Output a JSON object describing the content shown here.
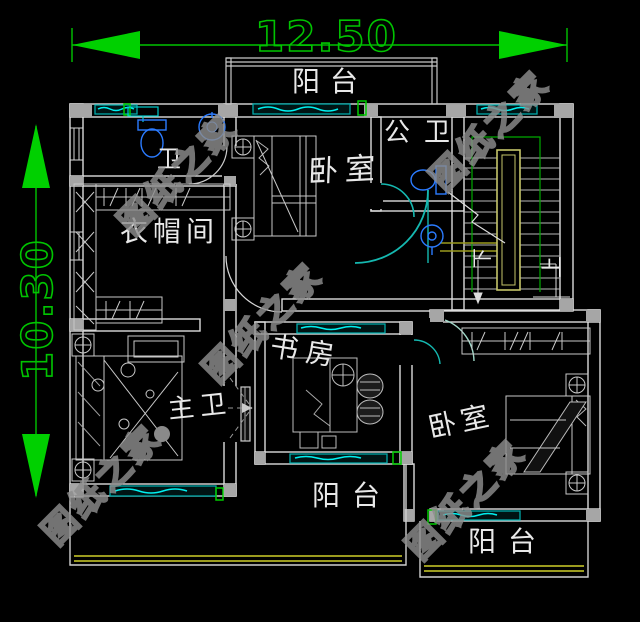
{
  "dimensions": {
    "width": "12.50",
    "height": "10.30"
  },
  "labels": {
    "balcony_top": "阳台",
    "bath_ensuite": "卫",
    "bedroom_top": "卧室",
    "public_bath": "公卫",
    "cloakroom": "衣帽间",
    "study": "书房",
    "master_bath": "主卫",
    "bedroom_right": "卧室",
    "balcony_main": "阳台",
    "balcony_right": "阳台",
    "stair_up": "上",
    "stair_down": "下"
  },
  "watermark": {
    "text": "图纸之家"
  },
  "colors": {
    "background": "#000000",
    "wall_line": "#dcdcdc",
    "wall_fill": "#a6a6a6",
    "dimension_green": "#00c400",
    "window_cyan": "#00a8a8",
    "window_bright": "#00f0f0",
    "fixture_blue": "#2b7bff",
    "railing_olive": "#9b9b1f",
    "stair_guide_green": "#00aa00",
    "door_teal": "#15b8b0",
    "watermark_gray": "#8d8d8d"
  }
}
